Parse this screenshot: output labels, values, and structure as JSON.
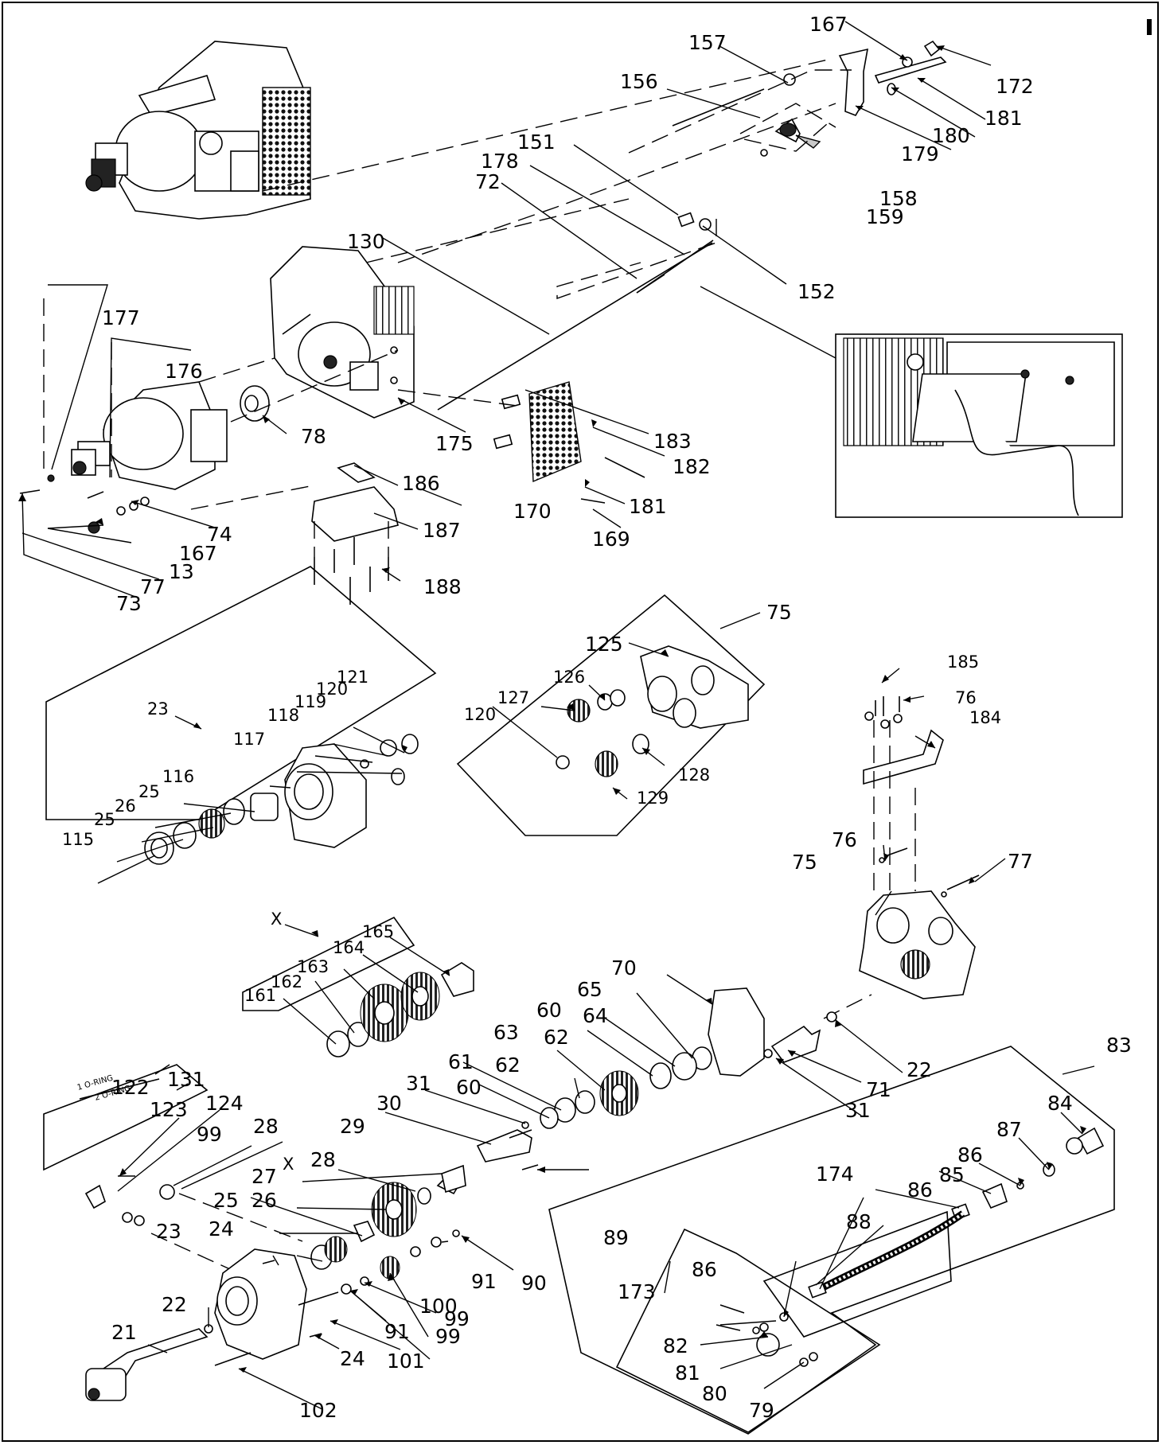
{
  "callouts": [
    {
      "id": "c167a",
      "text": "167"
    },
    {
      "id": "c172",
      "text": "172"
    },
    {
      "id": "c157",
      "text": "157"
    },
    {
      "id": "c156",
      "text": "156"
    },
    {
      "id": "c181a",
      "text": "181"
    },
    {
      "id": "c180",
      "text": "180"
    },
    {
      "id": "c179",
      "text": "179"
    },
    {
      "id": "c151",
      "text": "151"
    },
    {
      "id": "c178",
      "text": "178"
    },
    {
      "id": "c158",
      "text": "158"
    },
    {
      "id": "c159",
      "text": "159"
    },
    {
      "id": "c72",
      "text": "72"
    },
    {
      "id": "c130",
      "text": "130"
    },
    {
      "id": "c152",
      "text": "152"
    },
    {
      "id": "c177",
      "text": "177"
    },
    {
      "id": "c176",
      "text": "176"
    },
    {
      "id": "c78",
      "text": "78"
    },
    {
      "id": "c175",
      "text": "175"
    },
    {
      "id": "c183",
      "text": "183"
    },
    {
      "id": "c182",
      "text": "182"
    },
    {
      "id": "c186",
      "text": "186"
    },
    {
      "id": "c181b",
      "text": "181"
    },
    {
      "id": "c74",
      "text": "74"
    },
    {
      "id": "c170",
      "text": "170"
    },
    {
      "id": "c187",
      "text": "187"
    },
    {
      "id": "c167b",
      "text": "167"
    },
    {
      "id": "c169",
      "text": "169"
    },
    {
      "id": "c13",
      "text": "13"
    },
    {
      "id": "c77a",
      "text": "77"
    },
    {
      "id": "c73",
      "text": "73"
    },
    {
      "id": "c188",
      "text": "188"
    },
    {
      "id": "c75a",
      "text": "75"
    },
    {
      "id": "c125",
      "text": "125"
    },
    {
      "id": "c185",
      "text": "185"
    },
    {
      "id": "c126",
      "text": "126"
    },
    {
      "id": "c127",
      "text": "127"
    },
    {
      "id": "c76a",
      "text": "76"
    },
    {
      "id": "c120b",
      "text": "120"
    },
    {
      "id": "c184",
      "text": "184"
    },
    {
      "id": "c128",
      "text": "128"
    },
    {
      "id": "c129",
      "text": "129"
    },
    {
      "id": "c23a",
      "text": "23"
    },
    {
      "id": "c121",
      "text": "121"
    },
    {
      "id": "c120a",
      "text": "120"
    },
    {
      "id": "c119",
      "text": "119"
    },
    {
      "id": "c118",
      "text": "118"
    },
    {
      "id": "c117",
      "text": "117"
    },
    {
      "id": "c116",
      "text": "116"
    },
    {
      "id": "c25a",
      "text": "25"
    },
    {
      "id": "c26a",
      "text": "26"
    },
    {
      "id": "c25b",
      "text": "25"
    },
    {
      "id": "c115",
      "text": "115"
    },
    {
      "id": "c76b",
      "text": "76"
    },
    {
      "id": "c75b",
      "text": "75"
    },
    {
      "id": "c77b",
      "text": "77"
    },
    {
      "id": "cXa",
      "text": "X"
    },
    {
      "id": "c165",
      "text": "165"
    },
    {
      "id": "c164",
      "text": "164"
    },
    {
      "id": "c163",
      "text": "163"
    },
    {
      "id": "c162",
      "text": "162"
    },
    {
      "id": "c161",
      "text": "161"
    },
    {
      "id": "c70",
      "text": "70"
    },
    {
      "id": "c65",
      "text": "65"
    },
    {
      "id": "c60a",
      "text": "60"
    },
    {
      "id": "c64",
      "text": "64"
    },
    {
      "id": "c63",
      "text": "63"
    },
    {
      "id": "c62a",
      "text": "62"
    },
    {
      "id": "c61",
      "text": "61"
    },
    {
      "id": "c62b",
      "text": "62"
    },
    {
      "id": "c60b",
      "text": "60"
    },
    {
      "id": "c22a",
      "text": "22"
    },
    {
      "id": "c71",
      "text": "71"
    },
    {
      "id": "c31a",
      "text": "31"
    },
    {
      "id": "c83",
      "text": "83"
    },
    {
      "id": "c122",
      "text": "122"
    },
    {
      "id": "c131",
      "text": "131"
    },
    {
      "id": "c123",
      "text": "123"
    },
    {
      "id": "c124",
      "text": "124"
    },
    {
      "id": "c31b",
      "text": "31"
    },
    {
      "id": "c30",
      "text": "30"
    },
    {
      "id": "c84",
      "text": "84"
    },
    {
      "id": "c87",
      "text": "87"
    },
    {
      "id": "c99a",
      "text": "99"
    },
    {
      "id": "c28a",
      "text": "28"
    },
    {
      "id": "c29",
      "text": "29"
    },
    {
      "id": "c86a",
      "text": "86"
    },
    {
      "id": "c174",
      "text": "174"
    },
    {
      "id": "c85",
      "text": "85"
    },
    {
      "id": "c86b",
      "text": "86"
    },
    {
      "id": "cXb",
      "text": "X"
    },
    {
      "id": "c28b",
      "text": "28"
    },
    {
      "id": "c88",
      "text": "88"
    },
    {
      "id": "c27",
      "text": "27"
    },
    {
      "id": "c25c",
      "text": "25"
    },
    {
      "id": "c26b",
      "text": "26"
    },
    {
      "id": "c89",
      "text": "89"
    },
    {
      "id": "c24a",
      "text": "24"
    },
    {
      "id": "c23b",
      "text": "23"
    },
    {
      "id": "c91a",
      "text": "91"
    },
    {
      "id": "c90",
      "text": "90"
    },
    {
      "id": "c86c",
      "text": "86"
    },
    {
      "id": "c173",
      "text": "173"
    },
    {
      "id": "c22b",
      "text": "22"
    },
    {
      "id": "c100",
      "text": "100"
    },
    {
      "id": "c99b",
      "text": "99"
    },
    {
      "id": "c91b",
      "text": "91"
    },
    {
      "id": "c99c",
      "text": "99"
    },
    {
      "id": "c21",
      "text": "21"
    },
    {
      "id": "c82",
      "text": "82"
    },
    {
      "id": "c24b",
      "text": "24"
    },
    {
      "id": "c101",
      "text": "101"
    },
    {
      "id": "c81",
      "text": "81"
    },
    {
      "id": "c80",
      "text": "80"
    },
    {
      "id": "c79",
      "text": "79"
    },
    {
      "id": "c102",
      "text": "102"
    }
  ],
  "notes": {
    "oring1": "1 O-RING",
    "oring2": "2 O-RING"
  }
}
